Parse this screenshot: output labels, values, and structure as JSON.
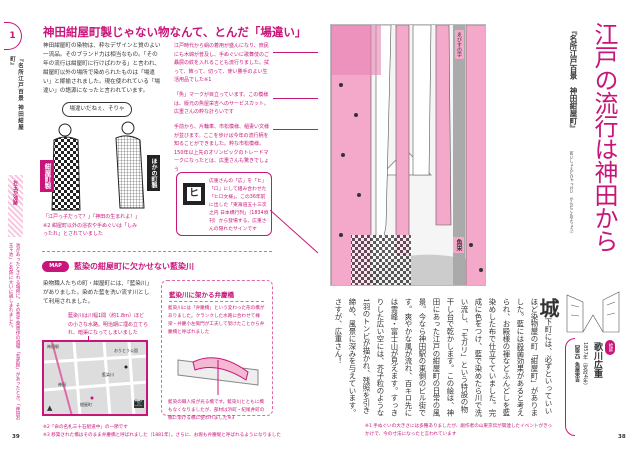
{
  "left_page": {
    "chapter_number": "1",
    "side_caption": "『名所江戸百景 神田紺屋町』",
    "title": "神田紺屋町製じゃない物なんて、とんだ「場違い」",
    "intro": "神田紺屋町の染物は、粋なデザインと質のよい一流品。そのブランド力は相当なもの。「その年の流行は紺屋町に行けばわかる」と言われ、紺屋町以外の場所で染められたものは「場違い」と揶揄されました。現在使われている「場違い」の語源になったと言われています。",
    "speech_bubble": "場違いだねぇ、そりゃ",
    "label_konya": "紺屋町製",
    "label_other": "ほかの町製",
    "illus_caption": "「江戸っ子だって？」「神田の生まれよ！」※2 紺屋町以外の浴衣や手ぬぐいは「しみったれ」とされていました",
    "notes": [
      "江戸時代から絹の着用が盛んになり、庶民にも木綿が普及し、手ぬぐいに歌舞伎のご贔屓の紋を入れることも流行りました。拭って、飾って、切って、使い勝手のよい生活用品でした※1",
      "「魚」マークが目立っています。この模様は、版元の魚屋栄吉へのサービスカット。広重さんの粋な計らいです",
      "手前から、片輪車、市松模様、稲妻い文様が並びます。ここを歩けば今年の流行柄を知ることができました。粋な市松模様。150年以上先のオリンピックのトレードマークになったとは、広重さんも驚きでしょう"
    ],
    "hiro_box": "広重さんの「広」を「ヒ」「ロ」にして組み合わせた「ヒロ文様」。この36年前に出した「東海道五十三次之内 日本橋行列」（1834頃刊）から登場する、広重さんの隠れたサインです",
    "side_tag": "お玉が池跡",
    "side_note": "池があったとされる場所に、その昔千葉周作の道場「玄武館」があったとか。「神田お玉ヶ池」と名所に大いに親しまれました。",
    "map_badge": "MAP",
    "map_title": "藍染の紺屋町に欠かせない藍染川",
    "map_body": "染物職人たちの町・紺屋町には、「藍染川」がありました。染めた藍を洗い流す川として利用されました。",
    "map_caption": "藍染川は川幅1間（約1.8m）ほどの小さな水路。明治期に埋め立てられ、暗渠になってしまいました",
    "map_labels": [
      "神田駅",
      "藍染川",
      "おりとう公園",
      "紺屋町",
      "神田"
    ],
    "bridge_title": "藍染川に架かる弁慶橋",
    "bridge_body": "藍染川には「弁慶橋」という変わった形の橋がありました。クランクした水路に合わせて棟梁・弁慶小左衛門が工夫して架けたことから弁慶橋と呼ばれました",
    "bridge_caption": "藍染の職人技が光る橋です。藍染川とともに橋もなくなりましたが、部材は浜町・紀尾井町の橋に架ける橋に使われました※3",
    "footnotes": [
      "※2「命の名札三十石組道中」の一節です",
      "※3 移築された橋はそのまま弁慶橋と呼ばれました（1881年）。さらに、お堀も弁慶堀と呼ばれるようになりました"
    ],
    "page_number": "39"
  },
  "right_page": {
    "print_labels": [
      "ゑびすの字",
      "魚栄"
    ],
    "title": "江戸の流行は神田から",
    "subtitle": "『名所江戸百景　神田紺屋町』",
    "reading": "（めいしょえどひゃっけい　かんだこんやちょう）",
    "drop_cap": "城",
    "body": "下町には、必ずといっていいほど染物屋の町「紺屋町」がありました。藍には殺菌効果があると考えられ、お殿様の褌などふんどしを藍染めした布で仕立てていました。完成に色をつけ、藍で染めたら川で洗い流し、「モガリ」という特設の物干し台で乾かします。この絵は、神田にあった江戸の紺屋町の日常の風景。今なら神田駅の東側のビル街です。爽やかな風が流れ、百キロ先には霊峰・富士山が見えます。すっきりした広い空には、芥子粒のような1羽のトンビが描かれ、残照を引き締め、風景に深みを与えています。さすが、広重さん！",
    "artist_tag": "絵師",
    "artist_name": "歌川広重",
    "artist_year": "1857年（安政4年）",
    "artist_publisher": "【版元】魚屋栄吉",
    "footnote": "※1 手ぬぐいの大きさには多種ありましたが、劇作者の山東京伝が関連したイベントがきっかけで、今の寸法になったと言われています",
    "page_number": "38"
  },
  "colors": {
    "accent": "#c8157a",
    "pink_light": "#f4b8d3"
  }
}
